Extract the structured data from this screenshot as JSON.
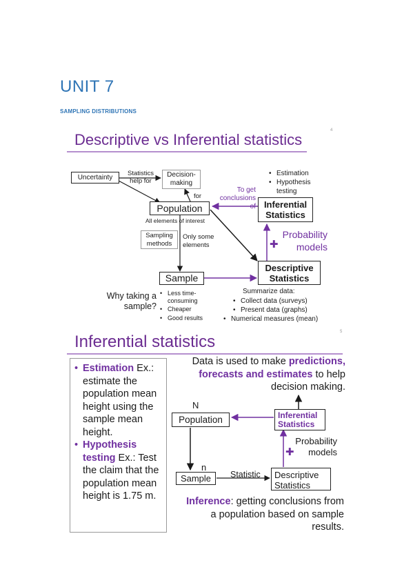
{
  "header": {
    "title": "UNIT 7",
    "subtitle": "SAMPLING DISTRIBUTIONS"
  },
  "slide1": {
    "title": "Descriptive vs Inferential statistics",
    "page_number": "4",
    "uncertainty": "Uncertainty",
    "statistics_help_for": "Statistics help for",
    "decision_making": "Decision-making",
    "for_label": "for",
    "population": "Population",
    "all_elements": "All elements of interest",
    "sampling_methods": "Sampling methods",
    "only_some_elements": "Only some elements",
    "sample": "Sample",
    "to_get_conclusions": "To get conclusions of",
    "inferential_statistics": "Inferential Statistics",
    "descriptive_statistics": "Descriptive Statistics",
    "inferential_items": [
      "Estimation",
      "Hypothesis testing"
    ],
    "plus_sign": "✚",
    "probability_models": "Probability models",
    "why_sample": "Why taking a sample?",
    "reasons": [
      "Less time-consuming",
      "Cheaper",
      "Good results"
    ],
    "summarize_title": "Summarize data:",
    "summarize_items": [
      "Collect data (surveys)",
      "Present data (graphs)",
      "Numerical measures (mean)"
    ]
  },
  "slide2": {
    "title": "Inferential statistics",
    "page_number": "5",
    "estimation_term": "Estimation",
    "estimation_text": " Ex.: estimate the population mean height using the sample mean height.",
    "hypothesis_term": "Hypothesis testing",
    "hypothesis_text": " Ex.: Test the claim that the population mean height is 1.75 m.",
    "data_used_1": "Data is used to make ",
    "data_used_bold": "predictions, forecasts and estimates",
    "data_used_2": " to help decision making.",
    "n_upper": "N",
    "population": "Population",
    "inferential_statistics": "Inferential Statistics",
    "plus_sign": "✚",
    "probability_models": "Probability models",
    "n_lower": "n",
    "sample": "Sample",
    "statistic": "Statistic",
    "descriptive_statistics": "Descriptive Statistics",
    "inference_term": "Inference",
    "inference_text": ": getting conclusions from a population based on sample results."
  },
  "colors": {
    "heading_blue": "#2e74b5",
    "purple": "#7030a0",
    "slide_title": "#6b2c91"
  }
}
